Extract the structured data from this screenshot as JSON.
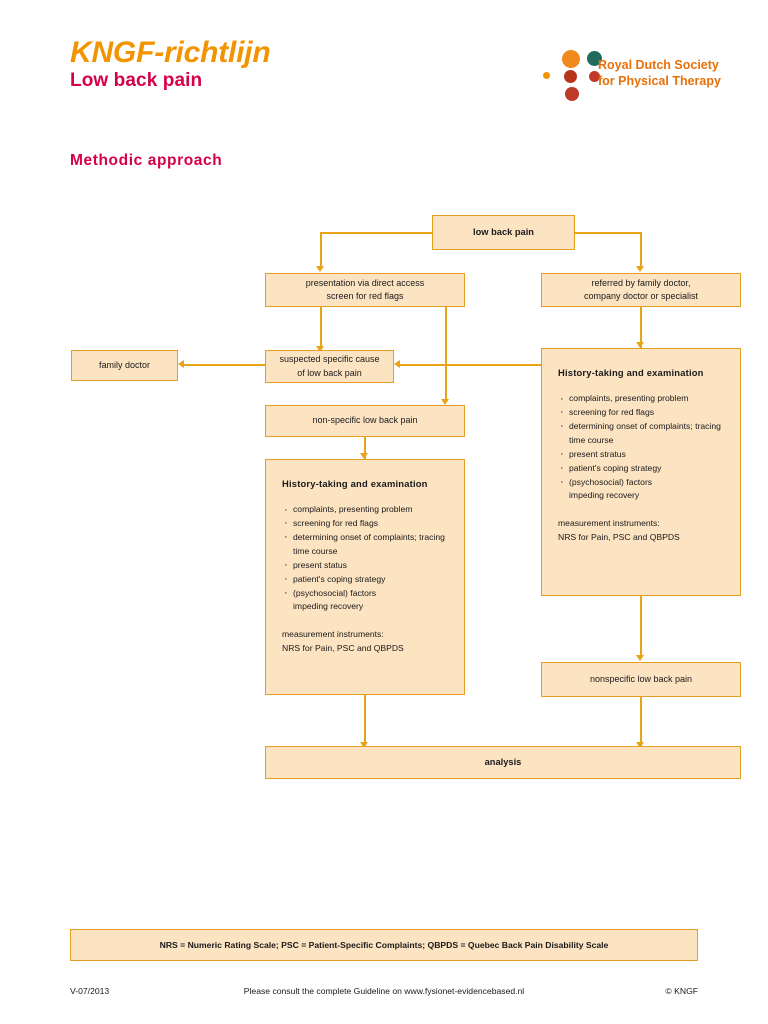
{
  "header": {
    "title": "KNGF-richtlijn",
    "subtitle": "Low back pain",
    "section": "Methodic approach"
  },
  "logo": {
    "line1": "Royal Dutch Society",
    "line2": "for Physical Therapy",
    "colors": {
      "orange": "#F08A1C",
      "dark_red": "#B5341A",
      "deep_red": "#C0392B",
      "teal": "#1F6B5E",
      "small_orange": "#F29400"
    }
  },
  "colors": {
    "box_fill": "#FCE3C2",
    "box_border": "#E3A020",
    "connector": "#E8A317",
    "title_orange": "#F29400",
    "title_magenta": "#D5004B"
  },
  "flow": {
    "low_back_pain": "low back pain",
    "direct_access": "presentation via direct access\nscreen for red flags",
    "direct_access_l1": "presentation via direct access",
    "direct_access_l2": "screen for red flags",
    "referred_l1": "referred by family doctor,",
    "referred_l2": "company doctor or specialist",
    "family_doctor": "family doctor",
    "suspected_l1": "suspected specific cause",
    "suspected_l2": "of low back pain",
    "non_specific_left": "non-specific low back pain",
    "nonspecific_right": "nonspecific low back pain",
    "analysis": "analysis"
  },
  "history_left": {
    "heading": "History-taking and examination",
    "items": [
      "complaints, presenting problem",
      "screening for red flags",
      "determining onset of complaints; tracing time course",
      "present status",
      "patient's coping strategy",
      "(psychosocial) factors impeding recovery"
    ],
    "measurement_label": "measurement instruments:",
    "measurement_value": "NRS for Pain, PSC and QBPDS"
  },
  "history_right": {
    "heading": "History-taking and examination",
    "items": [
      "complaints, presenting problem",
      "screening for red flags",
      "determining onset of complaints; tracing time course",
      "present stratus",
      "patient's coping strategy",
      "(psychosocial) factors impeding recovery"
    ],
    "measurement_label": "measurement instruments:",
    "measurement_value": "NRS for Pain, PSC and QBPDS"
  },
  "legend": "NRS = Numeric Rating Scale; PSC = Patient-Specific Complaints; QBPDS = Quebec Back Pain Disability Scale",
  "footer": {
    "version": "V-07/2013",
    "note": "Please consult the complete Guideline on www.fysionet-evidencebased.nl",
    "copyright": "© KNGF"
  }
}
